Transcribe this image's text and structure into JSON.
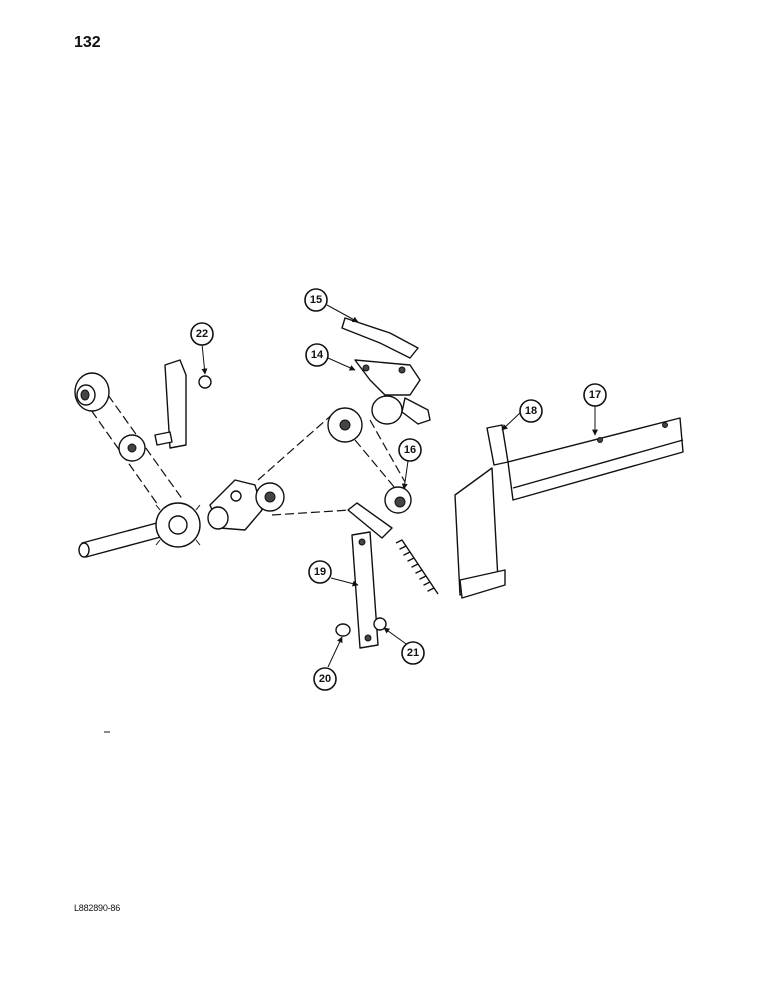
{
  "page": {
    "number": "132",
    "drawing_id": "L882890-86"
  },
  "callouts": [
    {
      "id": "callout-14",
      "label": "14"
    },
    {
      "id": "callout-15",
      "label": "15"
    },
    {
      "id": "callout-16",
      "label": "16"
    },
    {
      "id": "callout-17",
      "label": "17"
    },
    {
      "id": "callout-18",
      "label": "18"
    },
    {
      "id": "callout-19",
      "label": "19"
    },
    {
      "id": "callout-20",
      "label": "20"
    },
    {
      "id": "callout-21",
      "label": "21"
    },
    {
      "id": "callout-22",
      "label": "22"
    }
  ]
}
